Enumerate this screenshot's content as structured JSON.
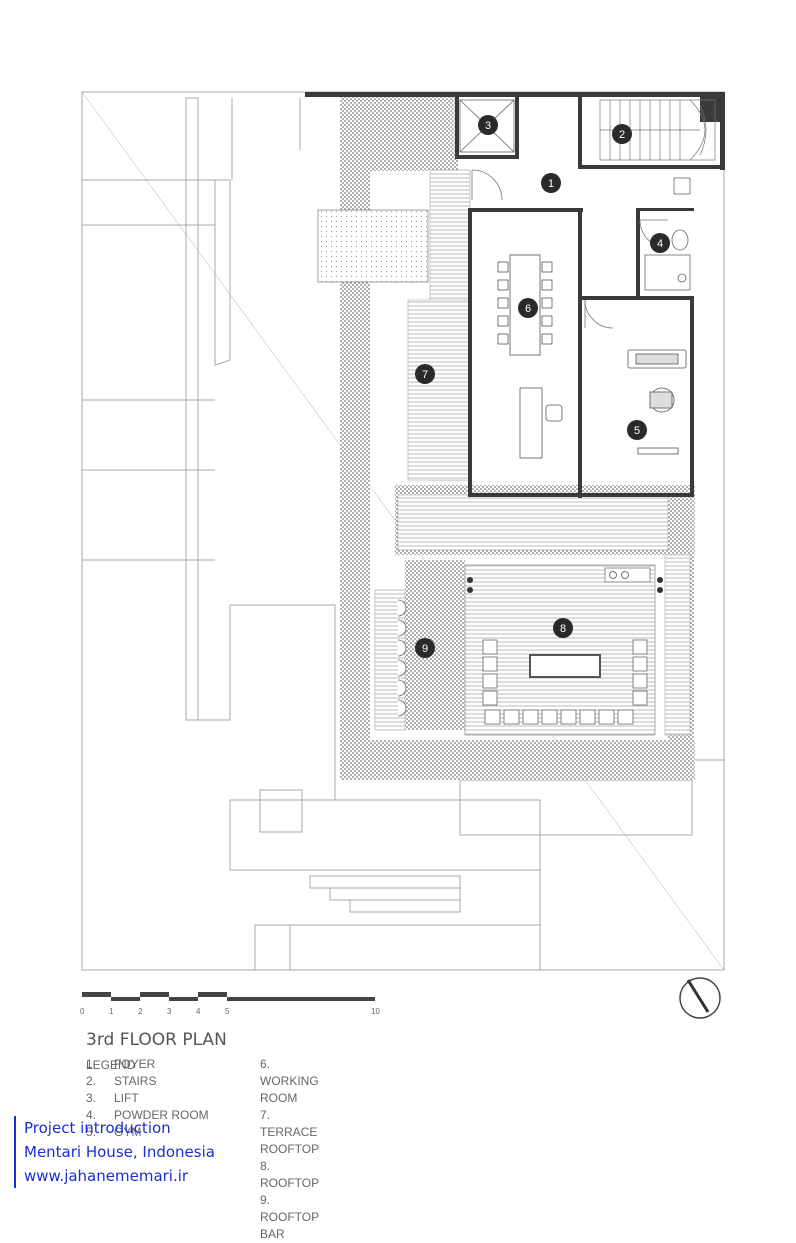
{
  "title": "3rd FLOOR PLAN",
  "legend_heading": "LEGEND",
  "legend": [
    {
      "num": "1.",
      "label": "FOYER"
    },
    {
      "num": "2.",
      "label": "STAIRS"
    },
    {
      "num": "3.",
      "label": "LIFT"
    },
    {
      "num": "4.",
      "label": "POWDER ROOM"
    },
    {
      "num": "5.",
      "label": "GYM"
    },
    {
      "num": "6.",
      "label": "WORKING ROOM"
    },
    {
      "num": "7.",
      "label": "TERRACE ROOFTOP"
    },
    {
      "num": "8.",
      "label": "ROOFTOP"
    },
    {
      "num": "9.",
      "label": "ROOFTOP BAR"
    }
  ],
  "markers": [
    "1",
    "2",
    "3",
    "4",
    "5",
    "6",
    "7",
    "8",
    "9"
  ],
  "scale_labels": [
    "0",
    "1",
    "2",
    "3",
    "4",
    "5",
    "10"
  ],
  "watermark": {
    "line1": "Project introduction",
    "line2": "Mentari House, Indonesia",
    "line3": "www.jahanememari.ir"
  },
  "colors": {
    "wall": "#3a3a3a",
    "line": "#9a9a9a",
    "marker": "#2a2a2a",
    "watermark": "#1a2fd0"
  }
}
